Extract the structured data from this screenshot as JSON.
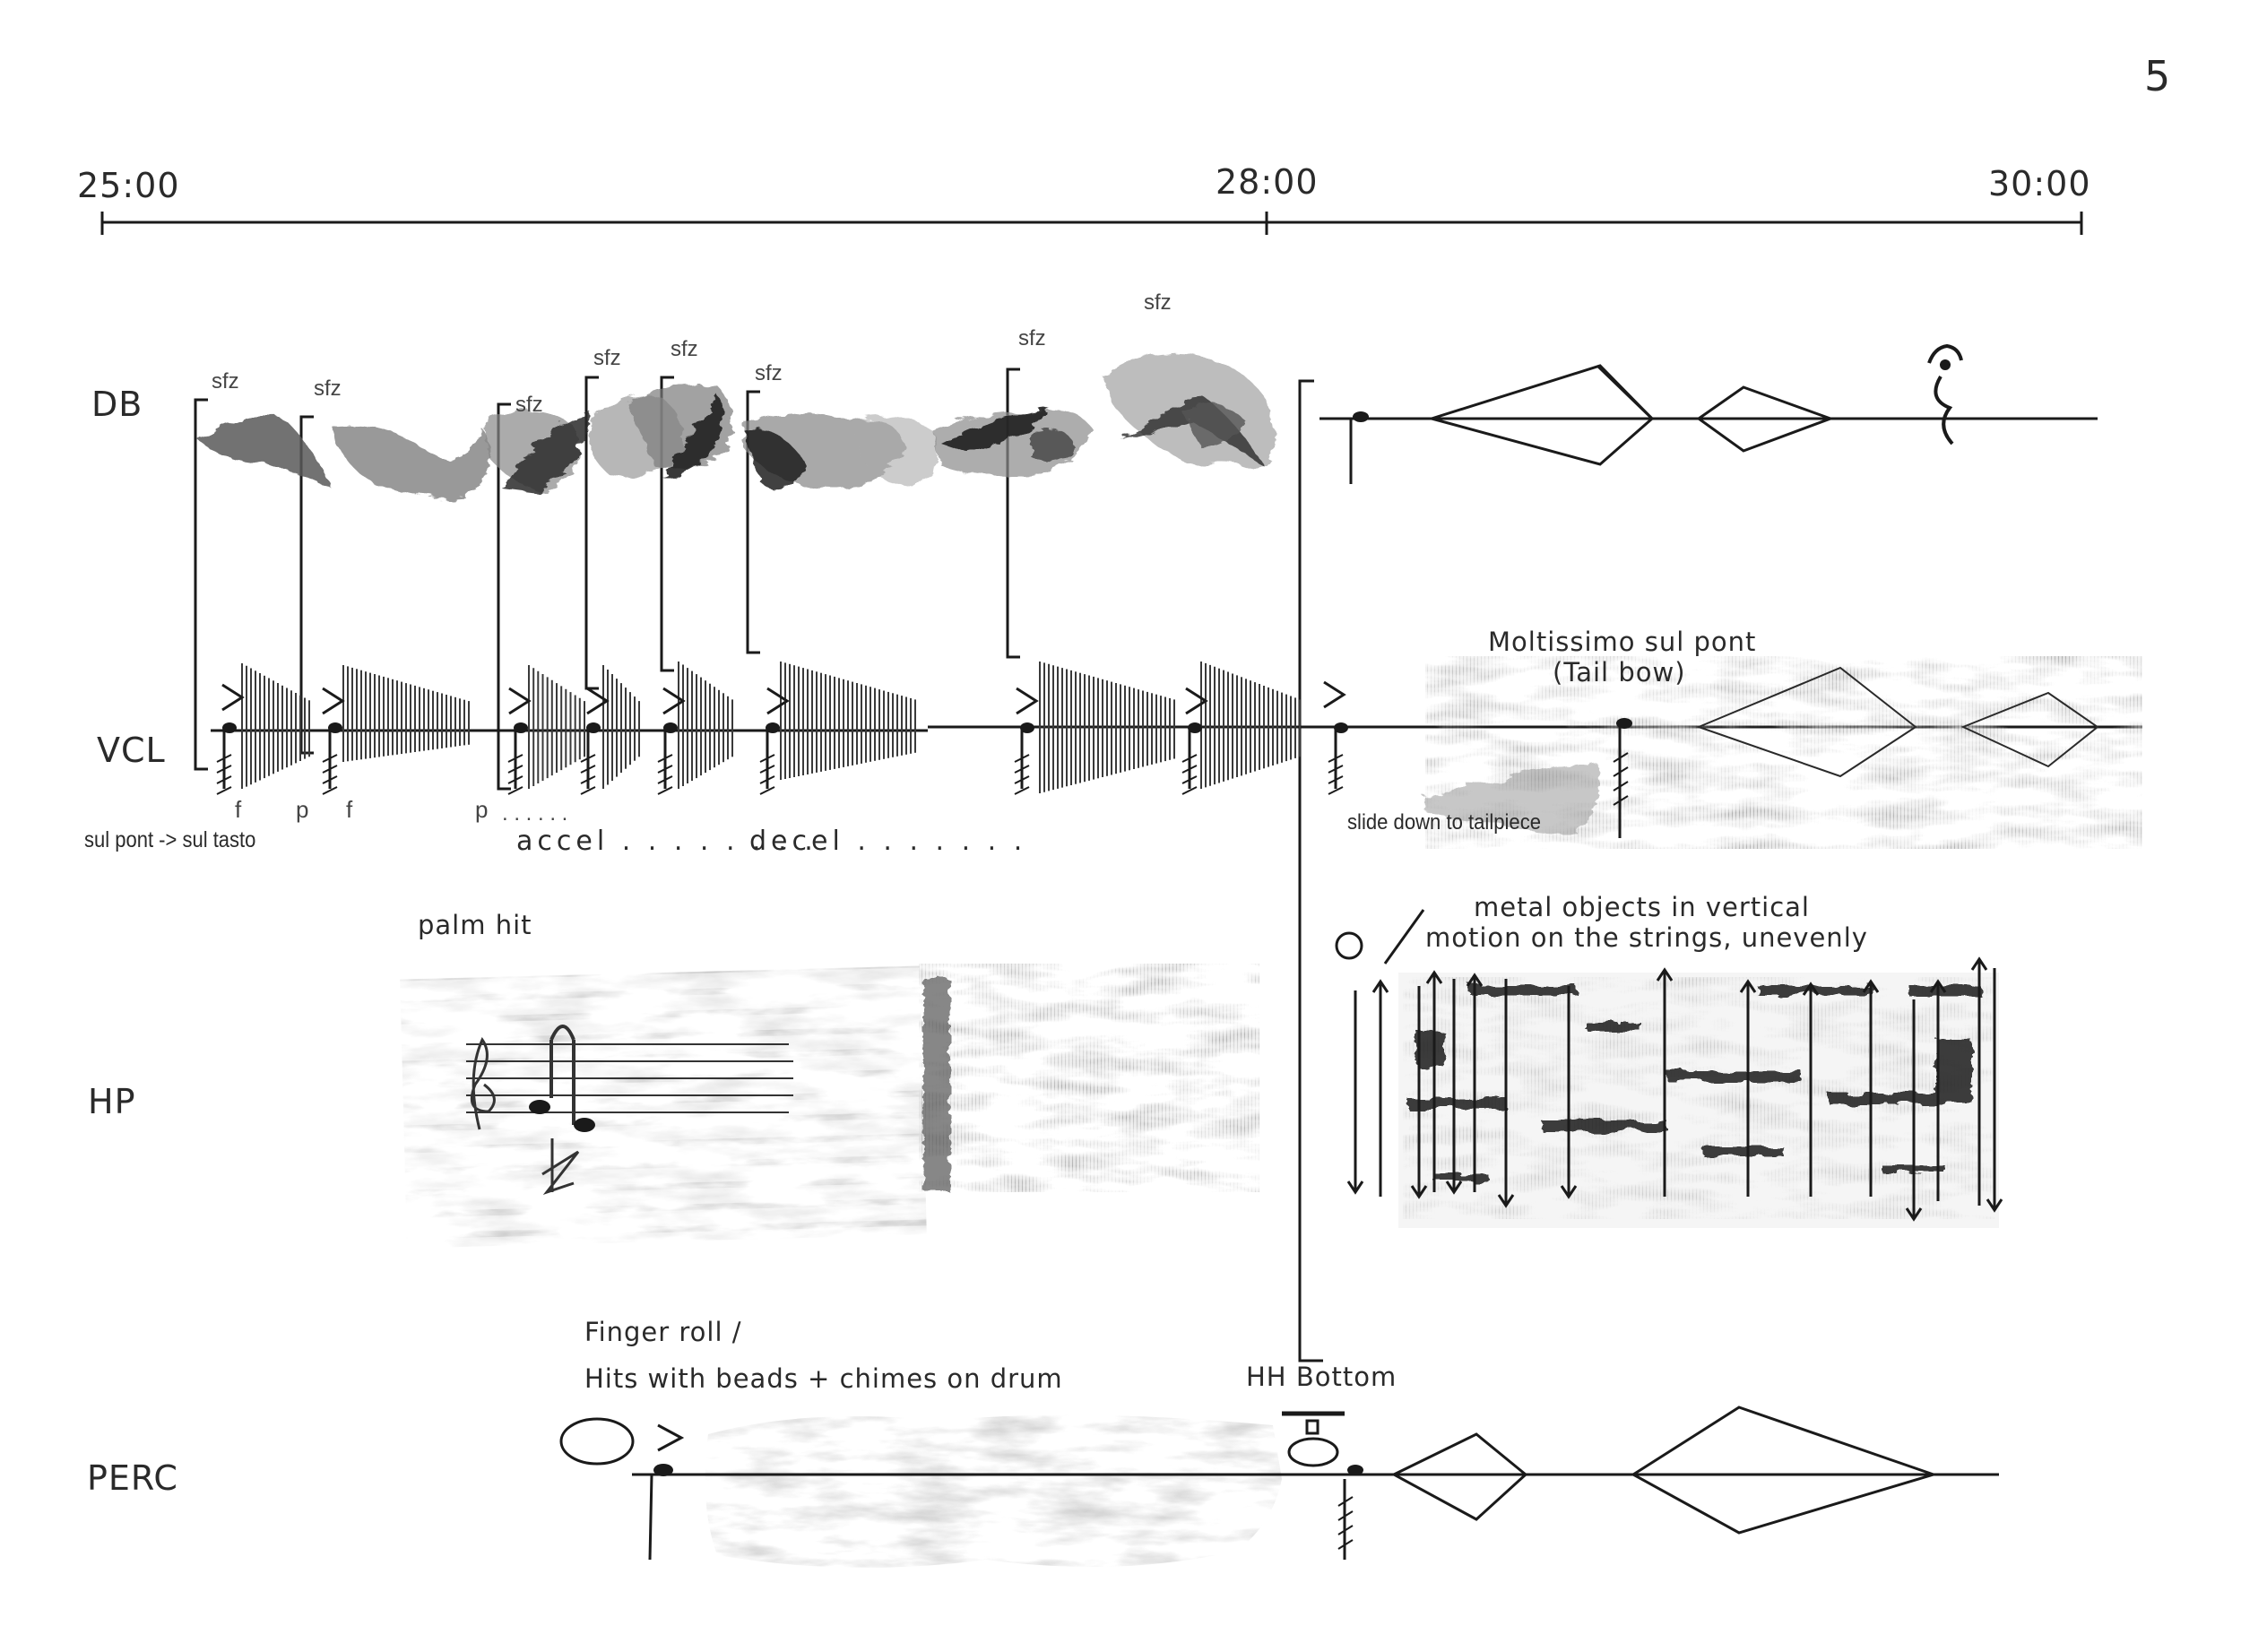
{
  "page_number": "5",
  "timeline": {
    "marks": [
      "25:00",
      "28:00",
      "30:00"
    ]
  },
  "instruments": [
    "DB",
    "VCL",
    "HP",
    "PERC"
  ],
  "dynamics": {
    "sfz": "sfz",
    "f": "f",
    "p": "p",
    "dots": ". . . . . ."
  },
  "vcl": {
    "technique": "sul pont -> sul tasto",
    "accel": "accel . . . . . . . .",
    "decel": "decel . . . . . . ."
  },
  "vcl_right": {
    "title": "Moltissimo sul pont",
    "subtitle": "(Tail bow)",
    "slide": "slide down to tailpiece"
  },
  "hp": {
    "palm_hit": "palm hit",
    "metal_line1": "metal objects in vertical",
    "metal_line2": "motion on the strings, unevenly"
  },
  "perc": {
    "line1": "Finger roll /",
    "line2": "Hits with beads + chimes on drum",
    "hh": "HH Bottom"
  },
  "colors": {
    "ink": "#1a1a1a",
    "texture": "#8c8c8c",
    "paper": "#ffffff"
  }
}
